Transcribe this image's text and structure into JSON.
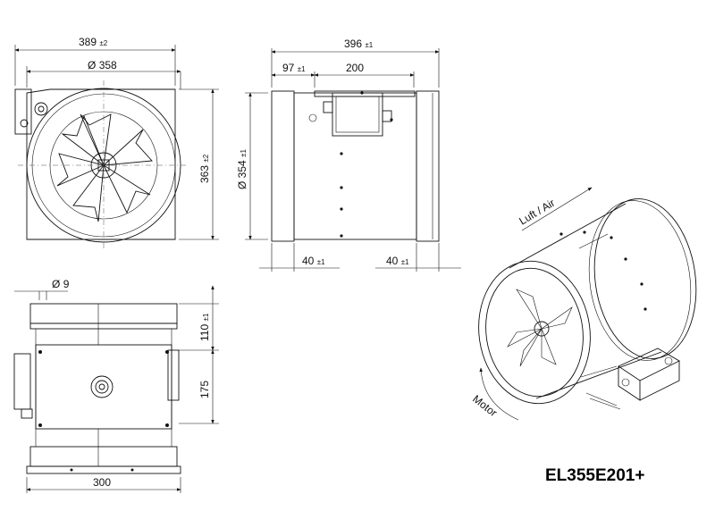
{
  "dimensions": {
    "front_width": {
      "value": "389",
      "tol": "±2"
    },
    "front_diameter": {
      "value": "358",
      "prefix": "Ø"
    },
    "front_height": {
      "value": "363",
      "tol": "±2"
    },
    "side_length": {
      "value": "396",
      "tol": "±1"
    },
    "side_offset": {
      "value": "97",
      "tol": "±1"
    },
    "side_box": {
      "value": "200"
    },
    "side_diameter": {
      "value": "354",
      "prefix": "Ø",
      "tol": "±1"
    },
    "side_left_flange": {
      "value": "40",
      "tol": "±1"
    },
    "side_right_flange": {
      "value": "40",
      "tol": "±1"
    },
    "top_hole": {
      "value": "9",
      "prefix": "Ø"
    },
    "top_offset": {
      "value": "110",
      "tol": "±1"
    },
    "top_spacing": {
      "value": "175"
    },
    "top_width": {
      "value": "300"
    }
  },
  "labels": {
    "airflow": "Luft / Air",
    "motor": "Motor",
    "model": "EL355E201+"
  }
}
